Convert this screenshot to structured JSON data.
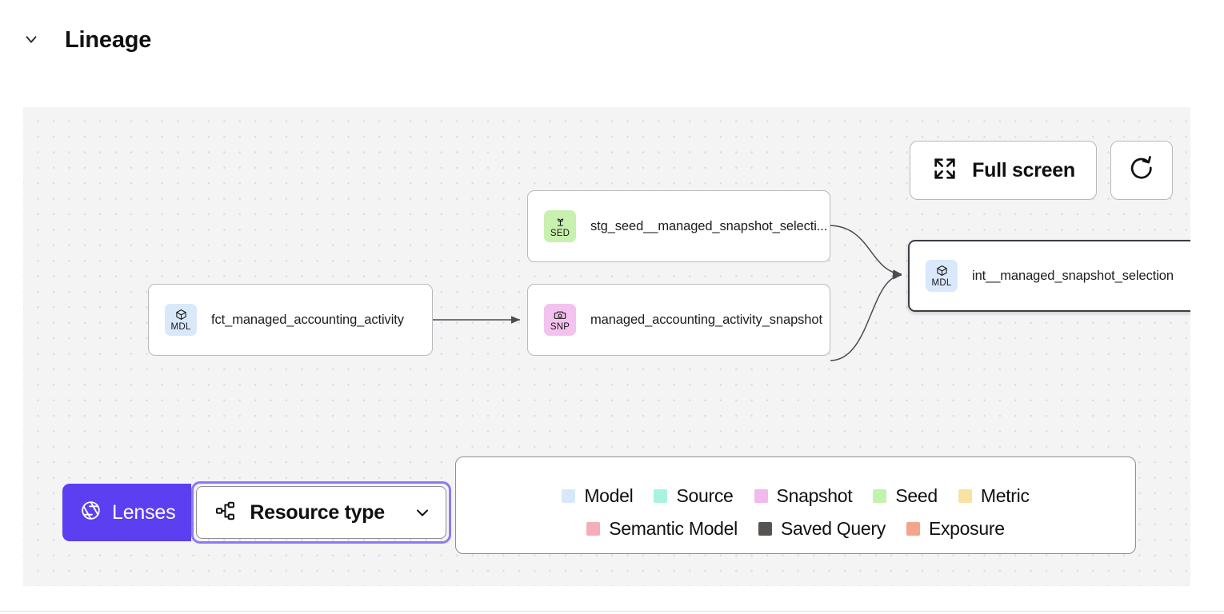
{
  "header": {
    "title": "Lineage",
    "toggle_icon": "chevron-down-icon"
  },
  "canvas": {
    "toolbar": {
      "fullscreen_label": "Full screen",
      "fullscreen_icon": "expand-arrows-icon",
      "refresh_icon": "refresh-circular-arrow-icon"
    },
    "nodes": [
      {
        "id": "seed",
        "label": "stg_seed__managed_snapshot_selecti...",
        "type": "Seed",
        "badge_code": "SED",
        "badge_icon": "sprout-icon",
        "badge_color": "#c8f0ae",
        "selected": false
      },
      {
        "id": "snapshot",
        "label": "managed_accounting_activity_snapshot",
        "type": "Snapshot",
        "badge_code": "SNP",
        "badge_icon": "camera-icon",
        "badge_color": "#f4c2ee",
        "selected": false
      },
      {
        "id": "fct",
        "label": "fct_managed_accounting_activity",
        "type": "Model",
        "badge_code": "MDL",
        "badge_icon": "cube-icon",
        "badge_color": "#d9e8fa",
        "selected": false
      },
      {
        "id": "int",
        "label": "int__managed_snapshot_selection",
        "type": "Model",
        "badge_code": "MDL",
        "badge_icon": "cube-icon",
        "badge_color": "#d9e8fa",
        "selected": true
      }
    ],
    "legend": {
      "row1": [
        {
          "label": "Model",
          "color": "#d7e8fb"
        },
        {
          "label": "Source",
          "color": "#a8f3e0"
        },
        {
          "label": "Snapshot",
          "color": "#f2b9ec"
        },
        {
          "label": "Seed",
          "color": "#c3f2ad"
        },
        {
          "label": "Metric",
          "color": "#f7e3a1"
        }
      ],
      "row2": [
        {
          "label": "Semantic Model",
          "color": "#f4aeba"
        },
        {
          "label": "Saved Query",
          "color": "#565350"
        },
        {
          "label": "Exposure",
          "color": "#f4a48b"
        }
      ]
    },
    "controls": {
      "lenses_label": "Lenses",
      "lenses_icon": "aperture-icon",
      "lenses_color": "#5b3ff0",
      "resource_type_label": "Resource type",
      "resource_type_icon": "hierarchy-icon",
      "resource_type_caret": "chevron-down-icon",
      "focus_ring_color": "#8b7bf3"
    }
  }
}
